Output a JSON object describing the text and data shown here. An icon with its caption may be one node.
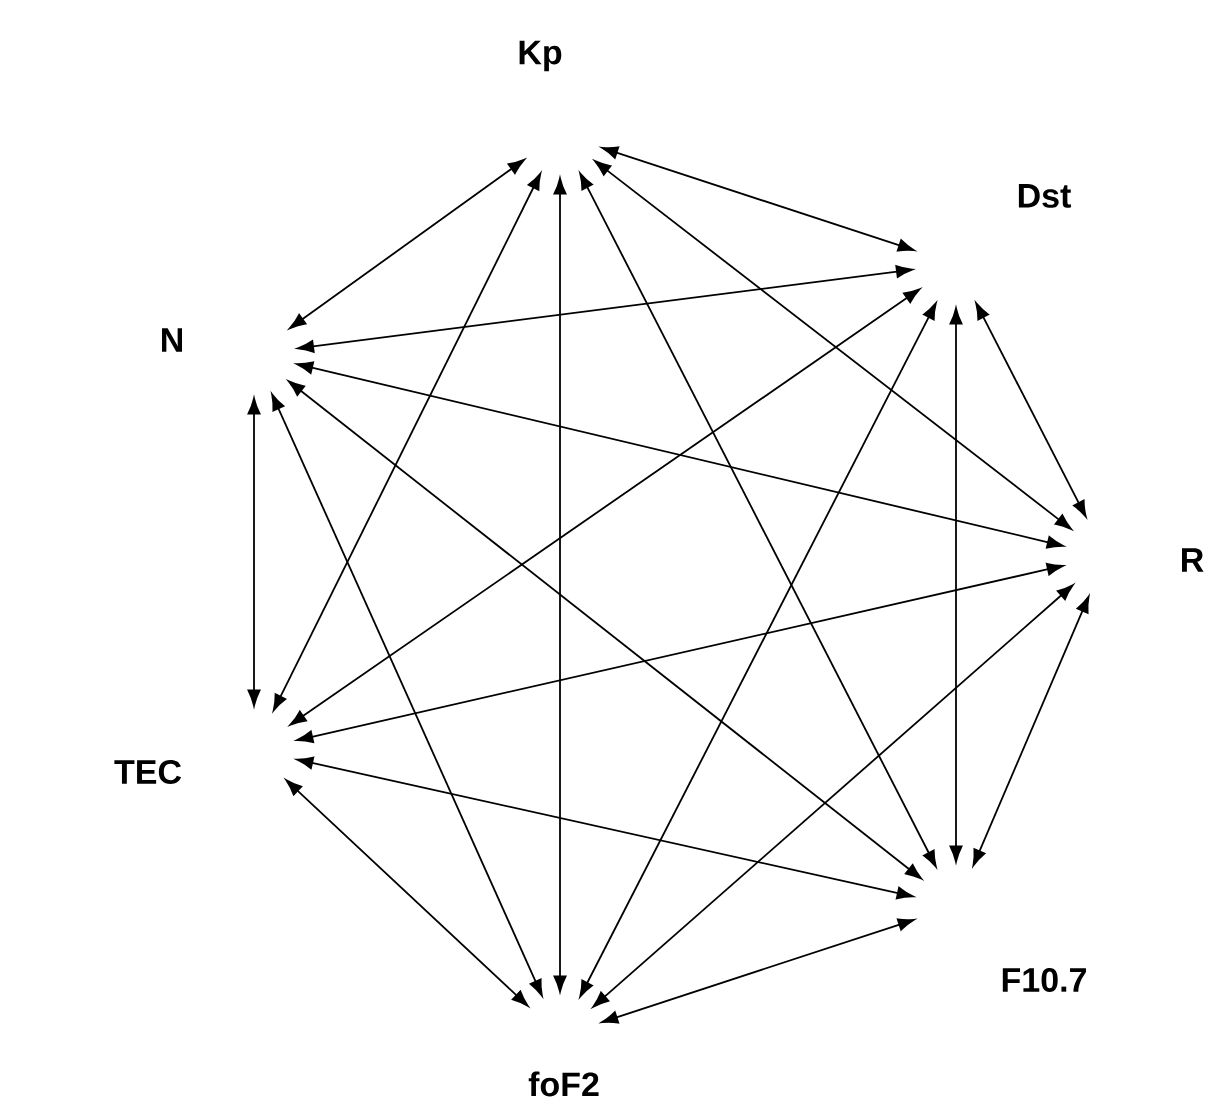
{
  "diagram": {
    "nodes": [
      {
        "text": [
          "Kp"
        ]
      },
      {
        "text": [
          "Dst"
        ]
      },
      {
        "text": [
          "N"
        ]
      },
      {
        "text": [
          "R"
        ]
      },
      {
        "text": [
          "TEC"
        ]
      },
      {
        "text": [
          "F10.7"
        ]
      },
      {
        "text": [
          "foF2"
        ]
      }
    ],
    "edges": [
      {
        "from": 0,
        "to": 1,
        "arrow": "both"
      },
      {
        "from": 0,
        "to": 2,
        "arrow": "both"
      },
      {
        "from": 0,
        "to": 3,
        "arrow": "both"
      },
      {
        "from": 0,
        "to": 4,
        "arrow": "both"
      },
      {
        "from": 0,
        "to": 5,
        "arrow": "both"
      },
      {
        "from": 0,
        "to": 6,
        "arrow": "both"
      },
      {
        "from": 1,
        "to": 2,
        "arrow": "both"
      },
      {
        "from": 1,
        "to": 3,
        "arrow": "both"
      },
      {
        "from": 1,
        "to": 4,
        "arrow": "both"
      },
      {
        "from": 1,
        "to": 5,
        "arrow": "both"
      },
      {
        "from": 1,
        "to": 6,
        "arrow": "both"
      },
      {
        "from": 2,
        "to": 3,
        "arrow": "both"
      },
      {
        "from": 2,
        "to": 4,
        "arrow": "both"
      },
      {
        "from": 2,
        "to": 5,
        "arrow": "both"
      },
      {
        "from": 2,
        "to": 6,
        "arrow": "both"
      },
      {
        "from": 3,
        "to": 4,
        "arrow": "both"
      },
      {
        "from": 3,
        "to": 5,
        "arrow": "both"
      },
      {
        "from": 3,
        "to": 6,
        "arrow": "both"
      },
      {
        "from": 4,
        "to": 5,
        "arrow": "both"
      },
      {
        "from": 4,
        "to": 6,
        "arrow": "both"
      },
      {
        "from": 5,
        "to": 6,
        "arrow": "both"
      }
    ]
  }
}
